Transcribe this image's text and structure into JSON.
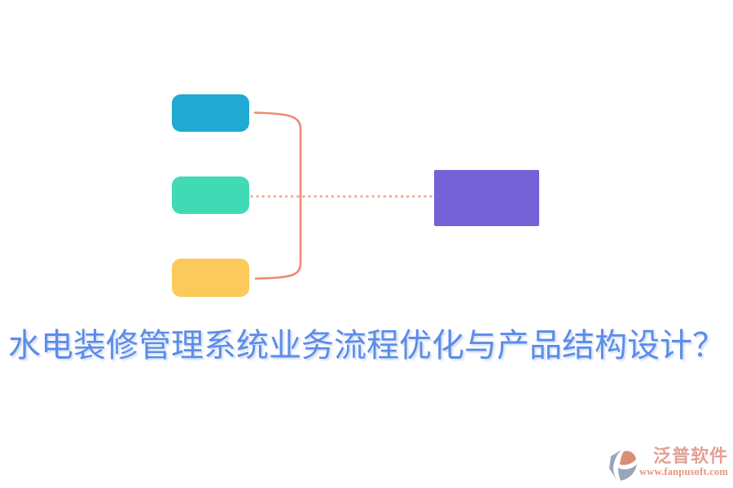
{
  "title": {
    "text": "水电装修管理系统业务流程优化与产品结构设计？",
    "color": "#5C8CE8"
  },
  "diagram": {
    "left_nodes": [
      {
        "id": "top",
        "color": "#22A9D2"
      },
      {
        "id": "middle",
        "color": "#40DBB5"
      },
      {
        "id": "bottom",
        "color": "#FCCA5A"
      }
    ],
    "right_node": {
      "color": "#7561D8"
    },
    "brace_color": "#EE8970",
    "dotted_line_color": "#F5AD9B"
  },
  "watermark": {
    "brand": "泛普软件",
    "url": "www.fanpusoft.com",
    "brand_color": "#E2A093",
    "url_color": "#E2967E",
    "icon_gray": "#9AA5B8",
    "icon_salmon": "#D88F75"
  }
}
